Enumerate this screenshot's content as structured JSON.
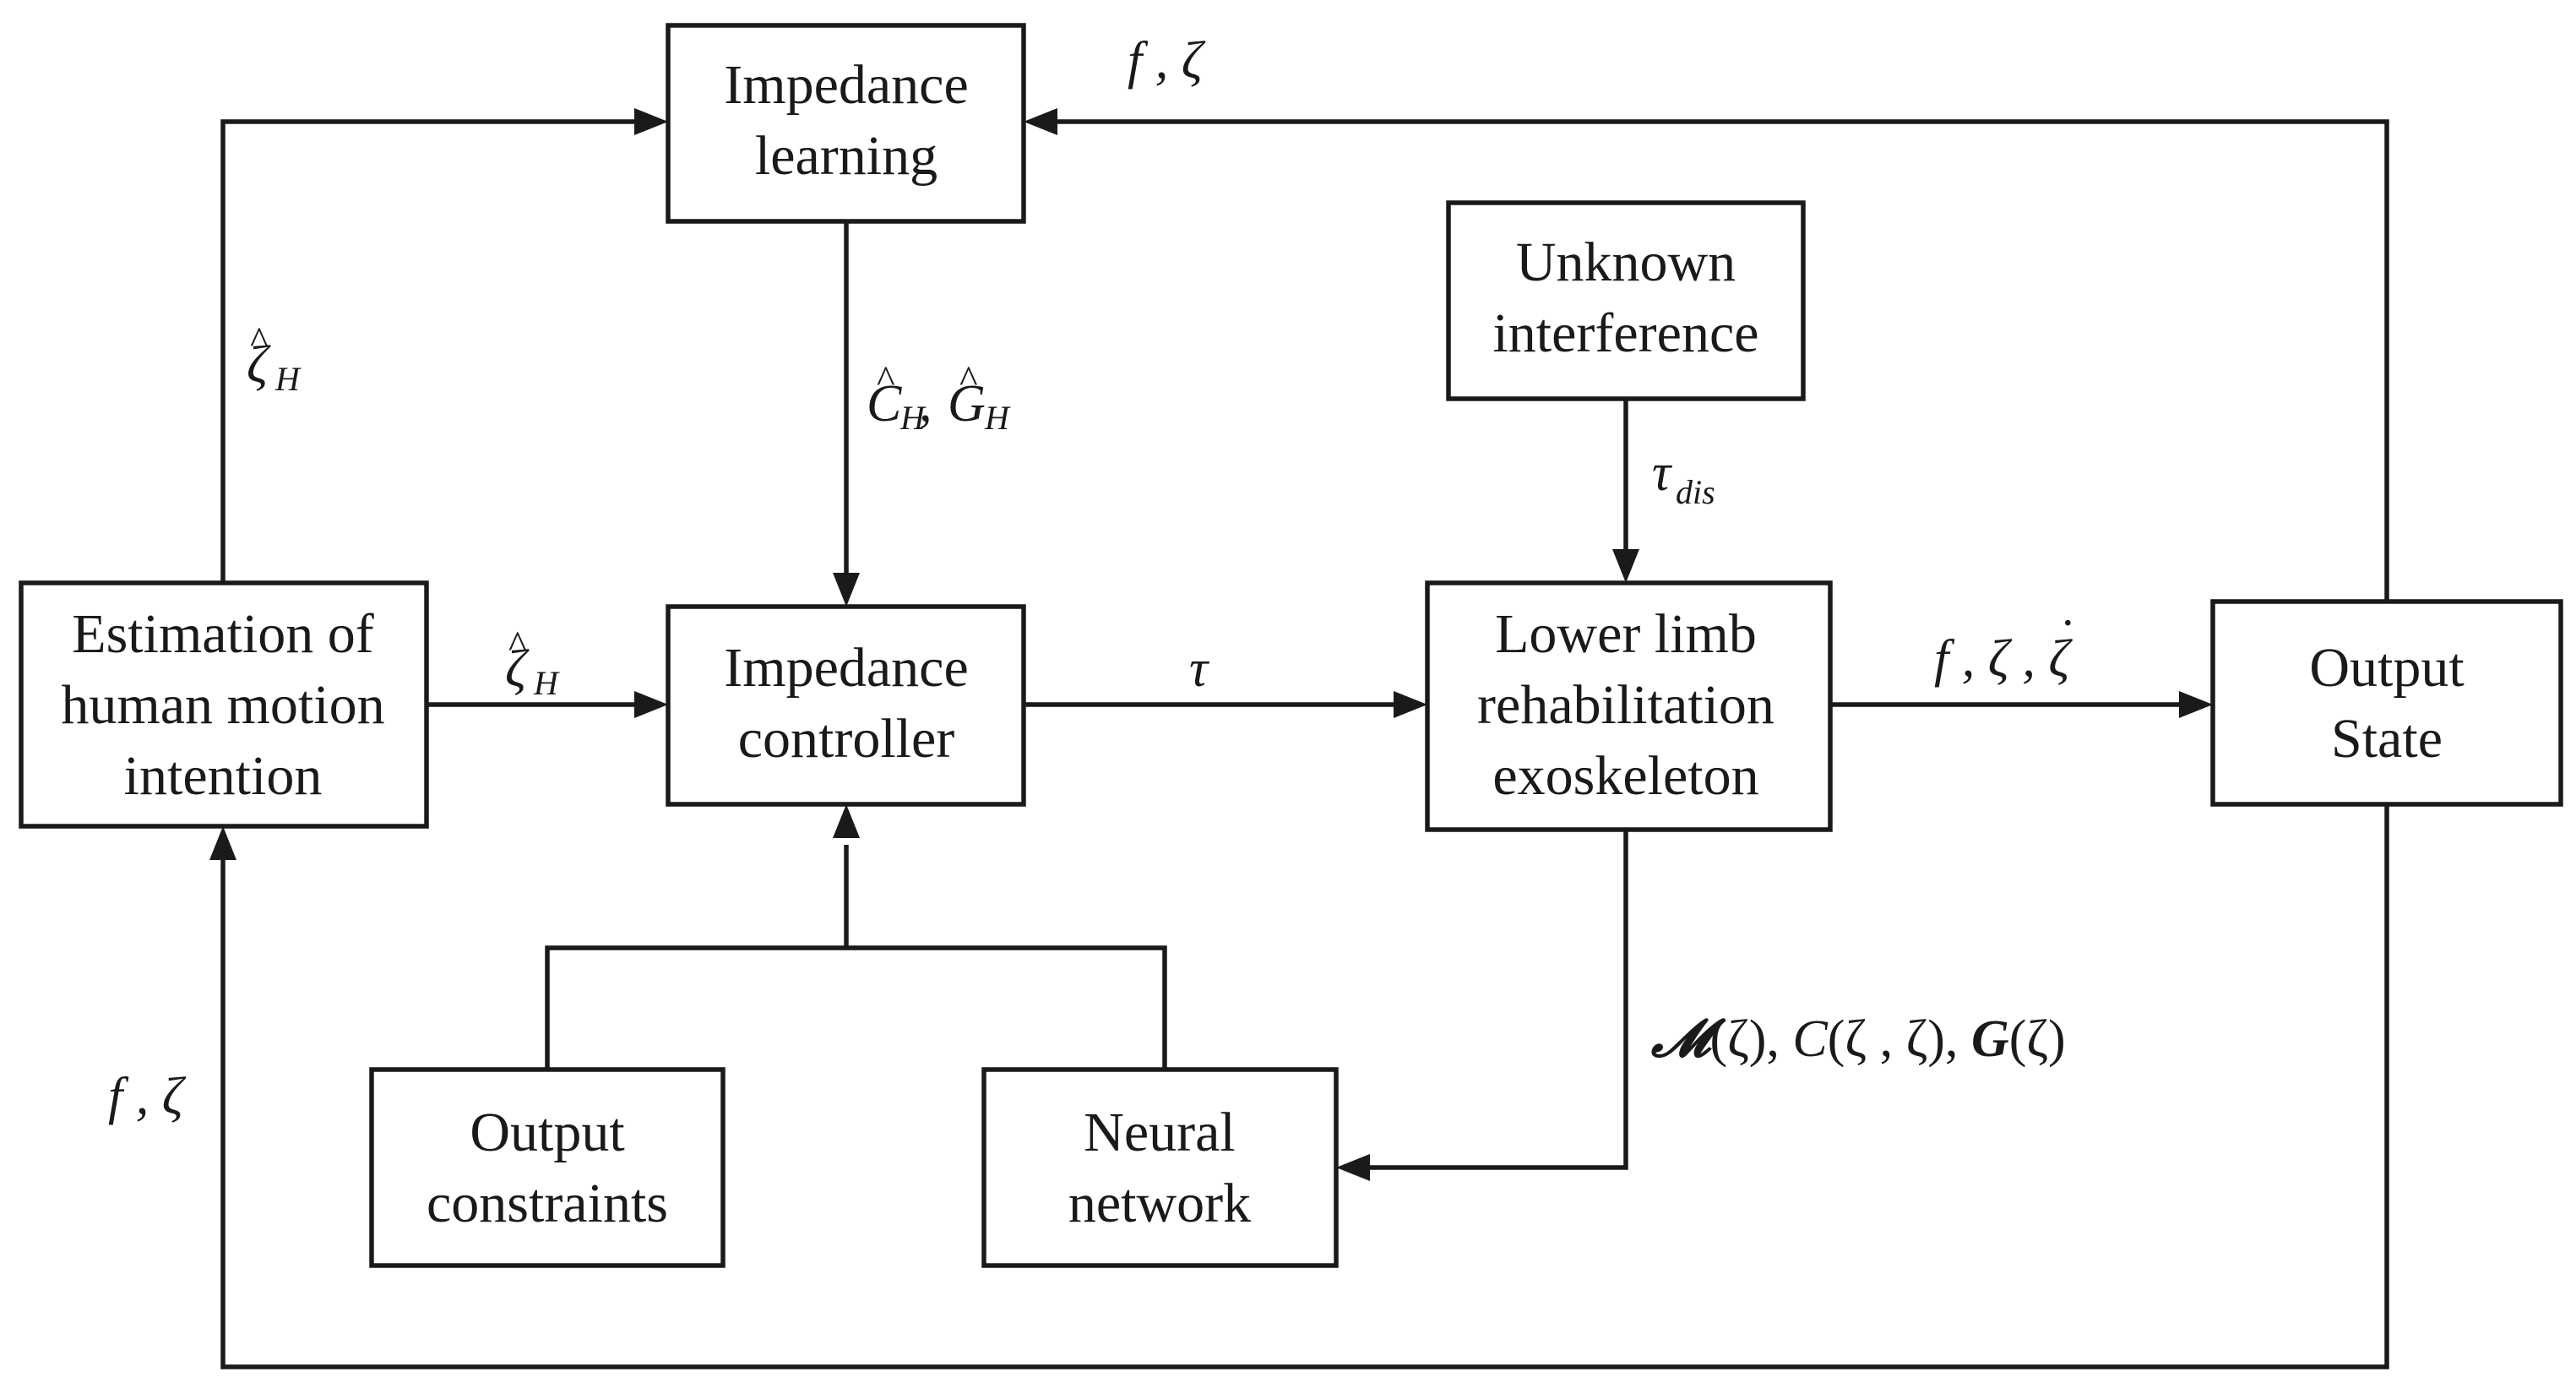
{
  "blocks": {
    "impedance_learning": {
      "lines": [
        "Impedance",
        "learning"
      ]
    },
    "unknown_interference": {
      "lines": [
        "Unknown",
        "interference"
      ]
    },
    "estimation": {
      "lines": [
        "Estimation of",
        "human motion",
        "intention"
      ]
    },
    "impedance_controller": {
      "lines": [
        "Impedance",
        "controller"
      ]
    },
    "exoskeleton": {
      "lines": [
        "Lower limb",
        "rehabilitation",
        "exoskeleton"
      ]
    },
    "output_state": {
      "lines": [
        "Output",
        "State"
      ]
    },
    "output_constraints": {
      "lines": [
        "Output",
        "constraints"
      ]
    },
    "neural_network": {
      "lines": [
        "Neural",
        "network"
      ]
    }
  },
  "signals": {
    "feedback_top": {
      "text": "f , ζ"
    },
    "feedback_bottom": {
      "text": "f , ζ"
    },
    "zeta_hat_left": {
      "base": "ζ",
      "hat": "^",
      "sub": "H"
    },
    "zeta_hat_mid": {
      "base": "ζ",
      "hat": "^",
      "sub": "H"
    },
    "ch_gh": {
      "c": "C",
      "g": "G",
      "hat": "^",
      "sub": "H",
      "sep": " , "
    },
    "tau": {
      "text": "τ"
    },
    "tau_dis": {
      "base": "τ",
      "sub": "dis"
    },
    "output_vector": {
      "text": "f , ζ , ζ",
      "dot": "·"
    },
    "model_terms": {
      "m": "𝓜",
      "p1": "(ζ), ",
      "c": "C",
      "p2": "(ζ , ζ",
      "dot": "·",
      "p3": "), ",
      "g": "G",
      "p4": "(ζ)"
    }
  }
}
